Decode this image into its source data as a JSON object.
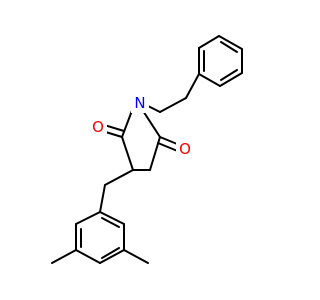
{
  "molecule": {
    "colors": {
      "bond": "#000000",
      "nitrogen": "#0000ff",
      "oxygen": "#ff0000",
      "background": "#ffffff"
    },
    "atoms": [
      {
        "id": "O1",
        "label": "O",
        "element": "oxygen"
      },
      {
        "id": "N",
        "label": "N",
        "element": "nitrogen"
      },
      {
        "id": "O2",
        "label": "O",
        "element": "oxygen"
      }
    ]
  }
}
